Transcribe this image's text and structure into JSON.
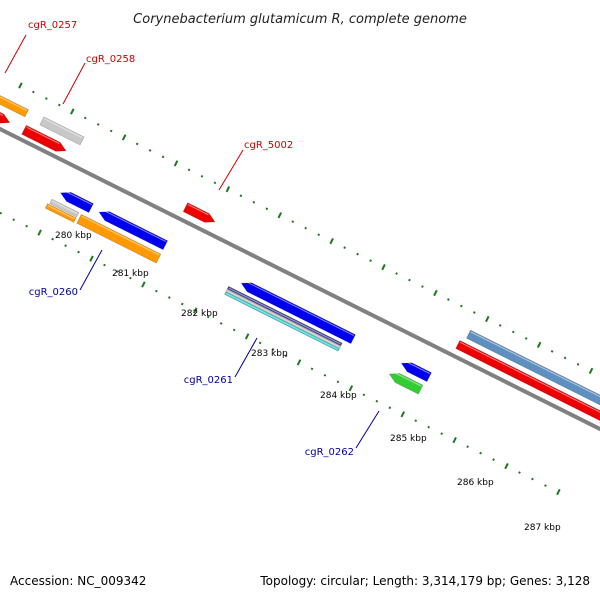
{
  "title": "Corynebacterium glutamicum R, complete genome",
  "footer": {
    "accession": "Accession: NC_009342",
    "summary": "Topology: circular; Length: 3,314,179 bp; Genes: 3,128"
  },
  "colors": {
    "backbone": "#808080",
    "tick": "#1a7a1a",
    "label_forward": "#cc0000",
    "label_reverse": "#000099",
    "red": "#ee0000",
    "orange": "#ff9900",
    "grey": "#c8c8c8",
    "blue": "#0000ee",
    "green": "#33cc33",
    "steelblue": "#5f8fbf",
    "cyan": "#33cccc",
    "navy": "#3c3c8c"
  },
  "ruler": [
    {
      "label": "280 kbp",
      "kbp": 280
    },
    {
      "label": "281 kbp",
      "kbp": 281
    },
    {
      "label": "282 kbp",
      "kbp": 282
    },
    {
      "label": "283 kbp",
      "kbp": 283
    },
    {
      "label": "284 kbp",
      "kbp": 284
    },
    {
      "label": "285 kbp",
      "kbp": 285
    },
    {
      "label": "286 kbp",
      "kbp": 286
    },
    {
      "label": "287 kbp",
      "kbp": 287
    }
  ],
  "gene_labels": [
    {
      "name": "cgR_0257",
      "strand": "forward"
    },
    {
      "name": "cgR_0258",
      "strand": "forward"
    },
    {
      "name": "cgR_5002",
      "strand": "forward"
    },
    {
      "name": "cgR_0260",
      "strand": "reverse"
    },
    {
      "name": "cgR_0261",
      "strand": "reverse"
    },
    {
      "name": "cgR_0262",
      "strand": "reverse"
    }
  ]
}
